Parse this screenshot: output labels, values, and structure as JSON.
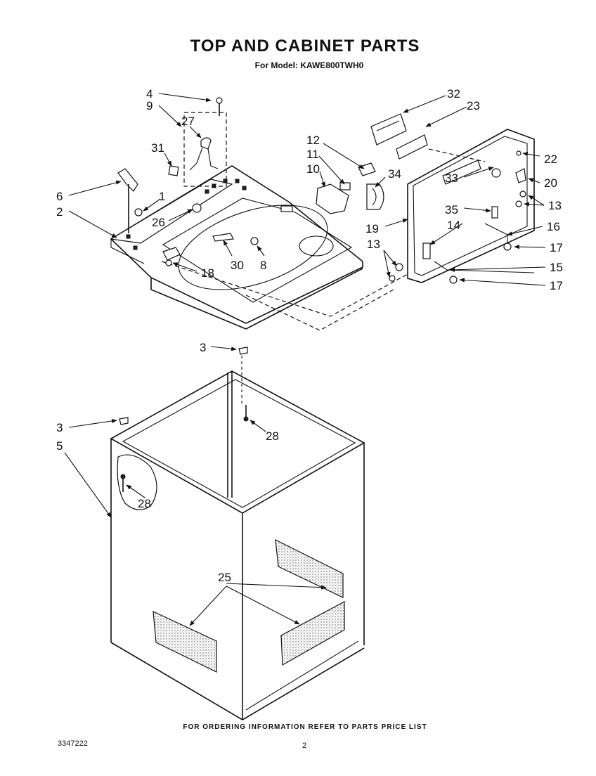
{
  "header": {
    "title": "TOP AND CABINET PARTS",
    "model_line": "For Model: KAWE800TWH0"
  },
  "footer": {
    "ordering_note": "FOR ORDERING INFORMATION REFER TO PARTS PRICE LIST",
    "document_number": "3347222",
    "page_number": "2"
  },
  "callouts": {
    "c4": "4",
    "c9": "9",
    "c27": "27",
    "c31": "31",
    "c6": "6",
    "c1": "1",
    "c2": "2",
    "c26": "26",
    "c30": "30",
    "c8": "8",
    "c18": "18",
    "c12": "12",
    "c11": "11",
    "c10": "10",
    "c34": "34",
    "c32": "32",
    "c23": "23",
    "c22": "22",
    "c20": "20",
    "c33": "33",
    "c13a": "13",
    "c35": "35",
    "c14": "14",
    "c16": "16",
    "c19": "19",
    "c13b": "13",
    "c17a": "17",
    "c15": "15",
    "c17b": "17",
    "c3a": "3",
    "c28a": "28",
    "c3b": "3",
    "c5": "5",
    "c28b": "28",
    "c25": "25"
  }
}
